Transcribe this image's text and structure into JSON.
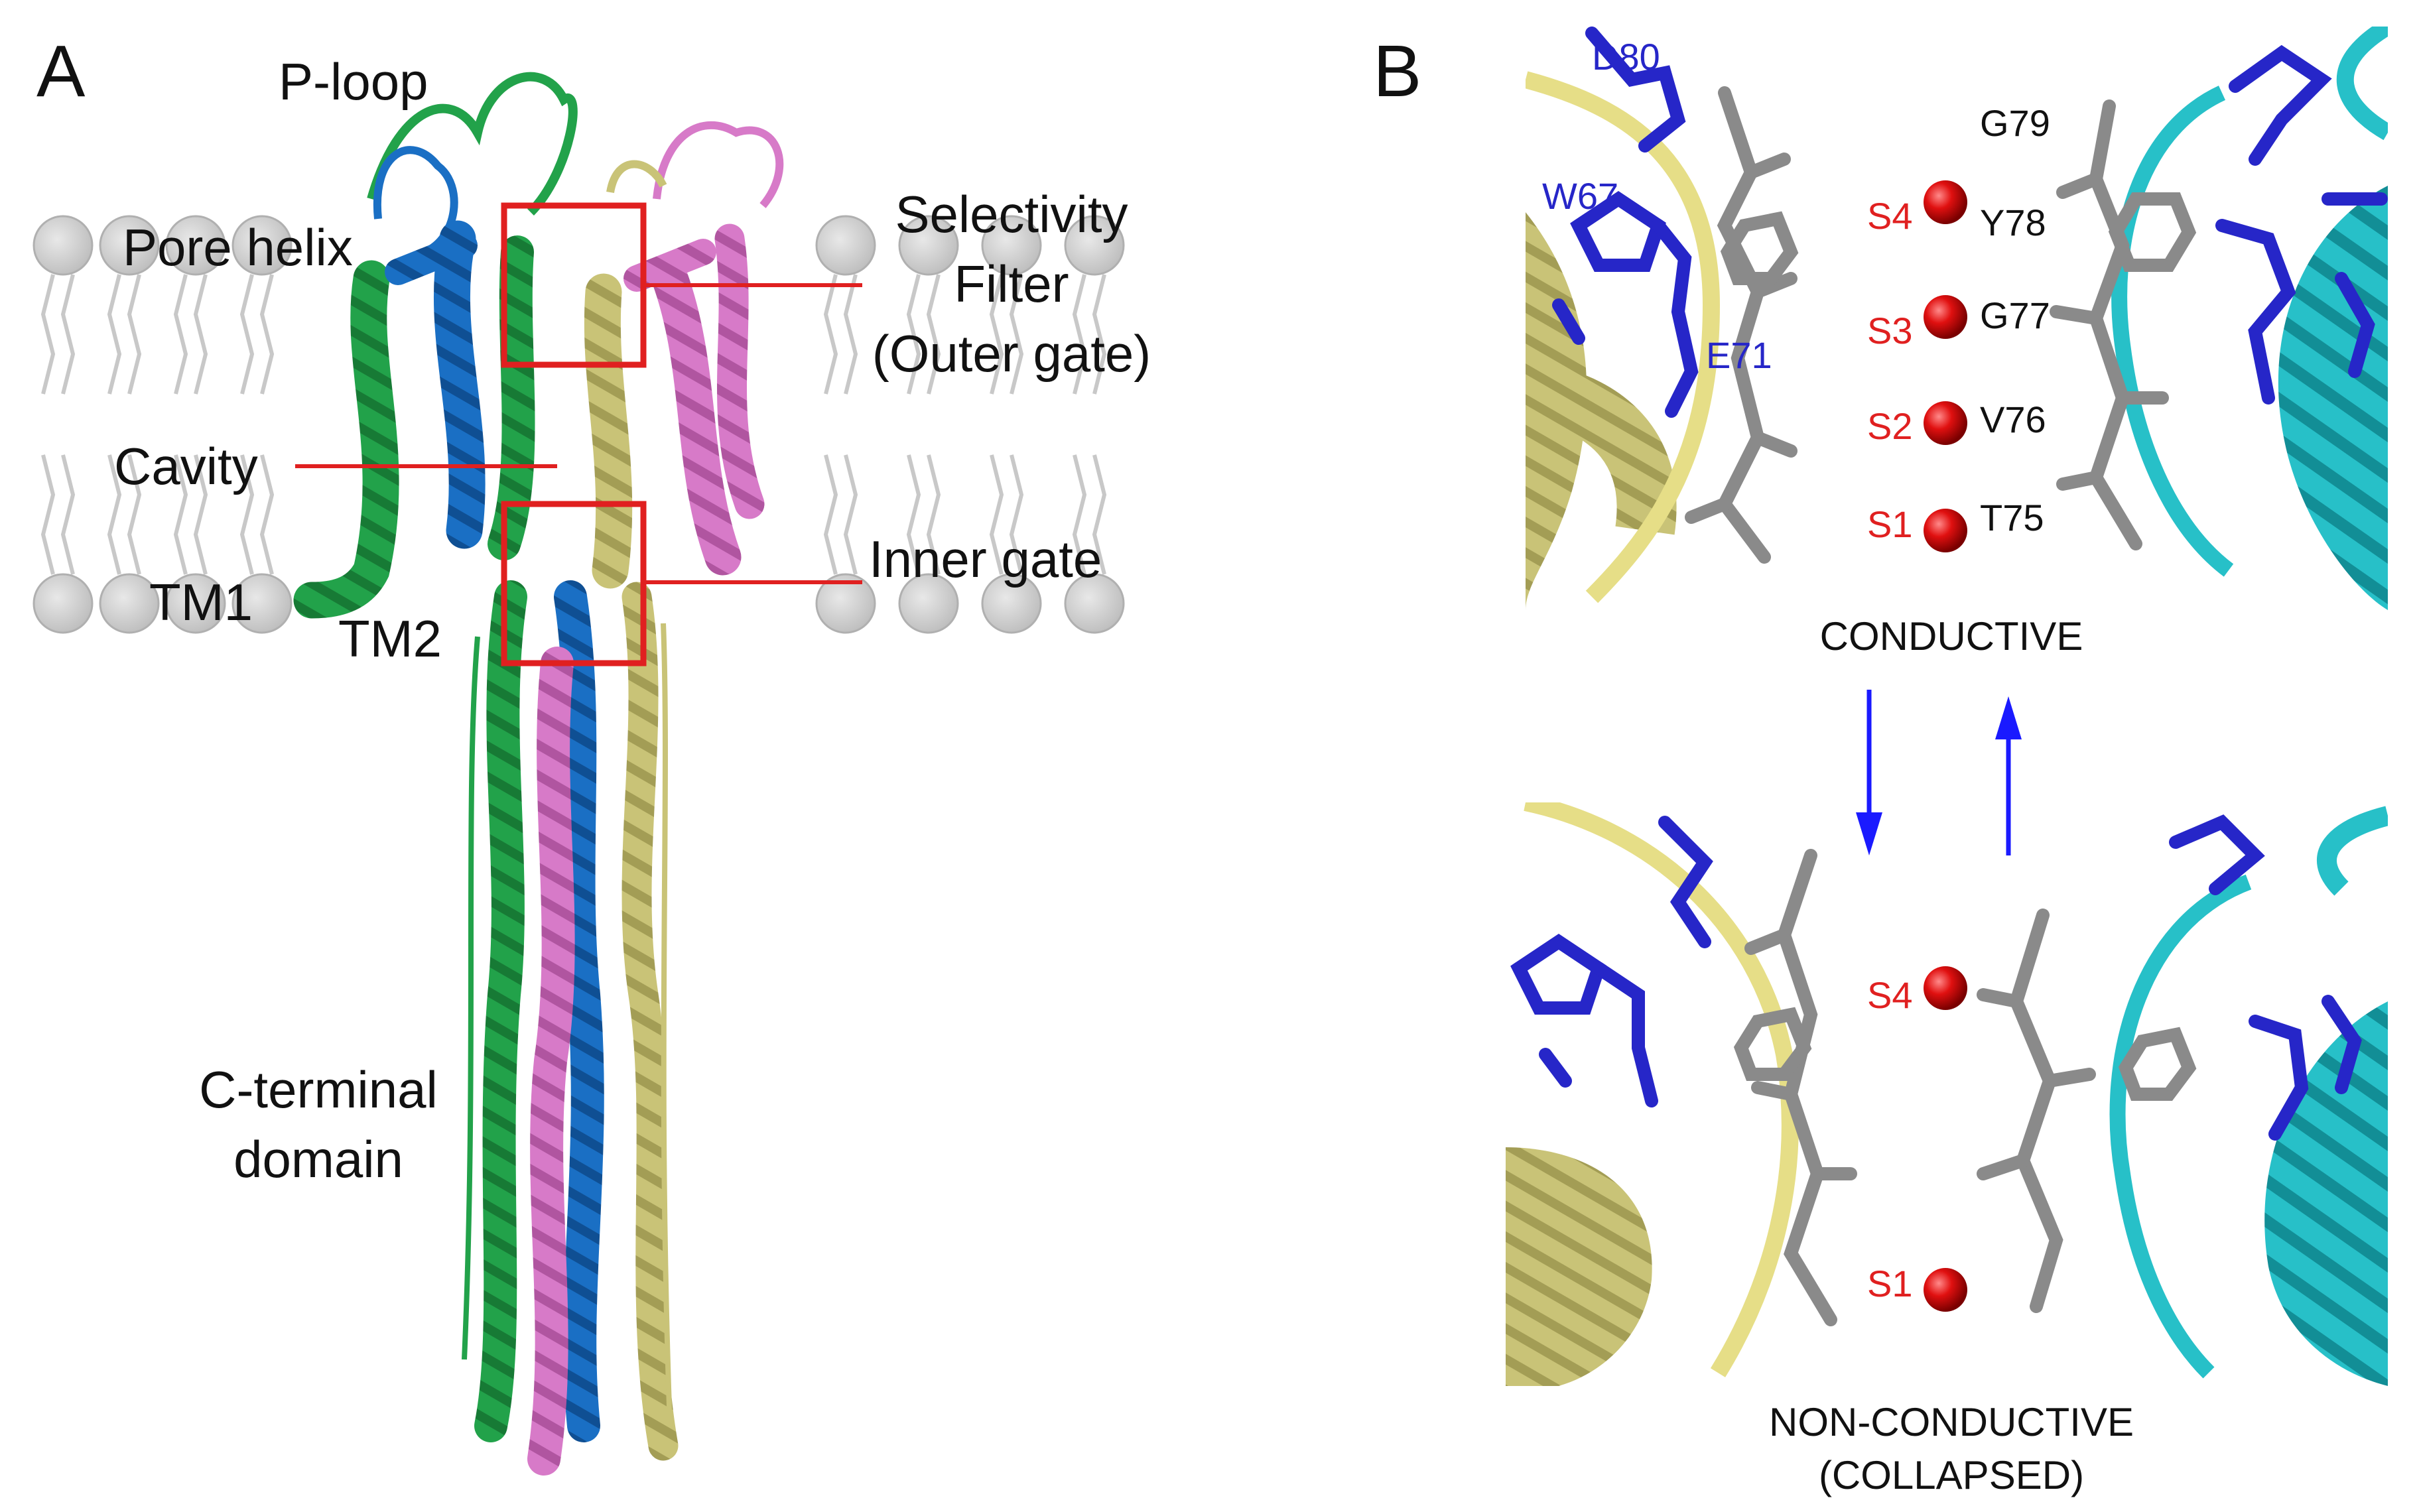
{
  "panels": {
    "a": {
      "letter": "A",
      "labels": {
        "p_loop": "P-loop",
        "pore_helix": "Pore helix",
        "selectivity_filter_line1": "Selectivity",
        "selectivity_filter_line2": "Filter",
        "selectivity_filter_line3": "(Outer gate)",
        "cavity": "Cavity",
        "inner_gate": "Inner gate",
        "tm1": "TM1",
        "tm2": "TM2",
        "c_terminal_line1": "C-terminal",
        "c_terminal_line2": "domain"
      }
    },
    "b": {
      "letter": "B",
      "top_state": "CONDUCTIVE",
      "bottom_state_line1": "NON-CONDUCTIVE",
      "bottom_state_line2": "(COLLAPSED)",
      "residues_blue": {
        "d80": "D80",
        "w67": "W67",
        "e71": "E71"
      },
      "residues_black": {
        "g79": "G79",
        "y78": "Y78",
        "g77": "G77",
        "v76": "V76",
        "t75": "T75"
      },
      "sites_top": {
        "s4": "S4",
        "s3": "S3",
        "s2": "S2",
        "s1": "S1"
      },
      "sites_bottom": {
        "s4": "S4",
        "s1": "S1"
      }
    }
  },
  "colors": {
    "green": "#22a24a",
    "blue": "#1a6fc4",
    "pink": "#d77ac8",
    "khaki": "#c9c377",
    "cyan": "#27c0c8",
    "residue_blue": "#2626c8",
    "residue_gray": "#8a8a8a",
    "ion_red": "#d40000",
    "annotation_red": "#e02020",
    "membrane_gray": "#cfcfcf",
    "arrow_blue": "#1a1aff"
  }
}
